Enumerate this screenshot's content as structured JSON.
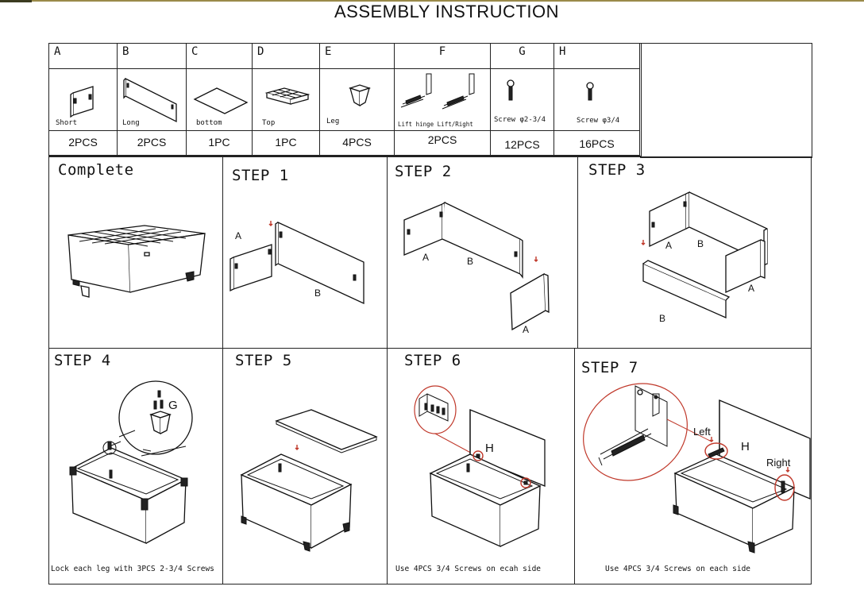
{
  "title": "ASSEMBLY INSTRUCTION",
  "parts": [
    {
      "letter": "A",
      "name": "Short",
      "qty": "2PCS"
    },
    {
      "letter": "B",
      "name": "Long",
      "qty": "2PCS"
    },
    {
      "letter": "C",
      "name": "bottom",
      "qty": "1PC"
    },
    {
      "letter": "D",
      "name": "Top",
      "qty": "1PC"
    },
    {
      "letter": "E",
      "name": "Leg",
      "qty": "4PCS"
    },
    {
      "letter": "F",
      "name": "Lift hinge Lift/Right",
      "qty": "2PCS"
    },
    {
      "letter": "G",
      "name": "Screw φ2-3/4",
      "qty": "12PCS"
    },
    {
      "letter": "H",
      "name": "Screw φ3/4",
      "qty": "16PCS"
    }
  ],
  "panels": {
    "complete": {
      "title": "Complete"
    },
    "step1": {
      "title": "STEP 1",
      "labels": [
        "A",
        "B"
      ]
    },
    "step2": {
      "title": "STEP 2",
      "labels": [
        "A",
        "B",
        "A"
      ]
    },
    "step3": {
      "title": "STEP 3",
      "labels": [
        "A",
        "B",
        "A",
        "B"
      ]
    },
    "step4": {
      "title": "STEP 4",
      "callout": "G",
      "note": "Lock each leg with 3PCS 2-3/4 Screws"
    },
    "step5": {
      "title": "STEP 5"
    },
    "step6": {
      "title": "STEP 6",
      "callout": "H",
      "note": "Use 4PCS 3/4 Screws on ecah side"
    },
    "step7": {
      "title": "STEP 7",
      "callout_left": "Left",
      "callout_h": "H",
      "callout_right": "Right",
      "note": "Use 4PCS 3/4 Screws on each side"
    }
  },
  "colors": {
    "accent_line": "#9a8a4a",
    "callout": "#c0392b"
  }
}
